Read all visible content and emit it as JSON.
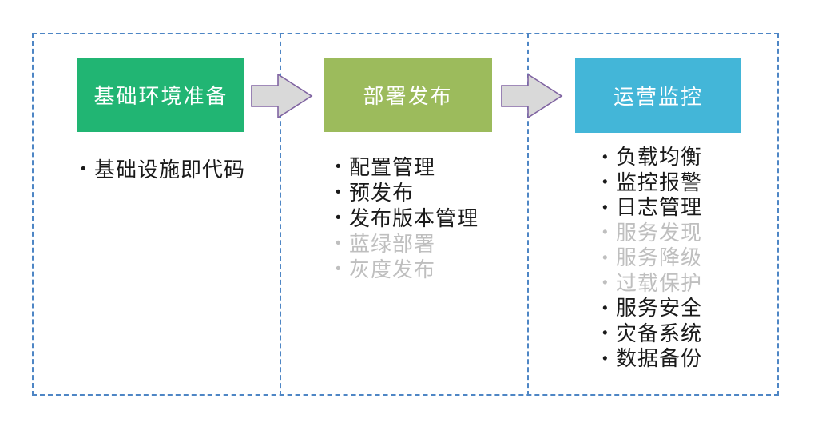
{
  "diagram": {
    "columns": [
      {
        "title": "基础环境准备",
        "header_color": "#21b573",
        "items": [
          {
            "label": "基础设施即代码",
            "muted": false
          }
        ]
      },
      {
        "title": "部署发布",
        "header_color": "#9cbb5c",
        "items": [
          {
            "label": "配置管理",
            "muted": false
          },
          {
            "label": "预发布",
            "muted": false
          },
          {
            "label": "发布版本管理",
            "muted": false
          },
          {
            "label": "蓝绿部署",
            "muted": true
          },
          {
            "label": "灰度发布",
            "muted": true
          }
        ]
      },
      {
        "title": "运营监控",
        "header_color": "#43b6d8",
        "items": [
          {
            "label": "负载均衡",
            "muted": false
          },
          {
            "label": "监控报警",
            "muted": false
          },
          {
            "label": "日志管理",
            "muted": false
          },
          {
            "label": "服务发现",
            "muted": true
          },
          {
            "label": "服务降级",
            "muted": true
          },
          {
            "label": "过载保护",
            "muted": true
          },
          {
            "label": "服务安全",
            "muted": false
          },
          {
            "label": "灾备系统",
            "muted": false
          },
          {
            "label": "数据备份",
            "muted": false
          }
        ]
      }
    ],
    "colors": {
      "frame_border": "#4e86c5",
      "arrow_fill": "#d9d9d9",
      "arrow_stroke": "#8064a2",
      "header_text": "#ffffff",
      "item_text": "#1a1a1a",
      "item_text_muted": "#bfbfbf"
    }
  }
}
